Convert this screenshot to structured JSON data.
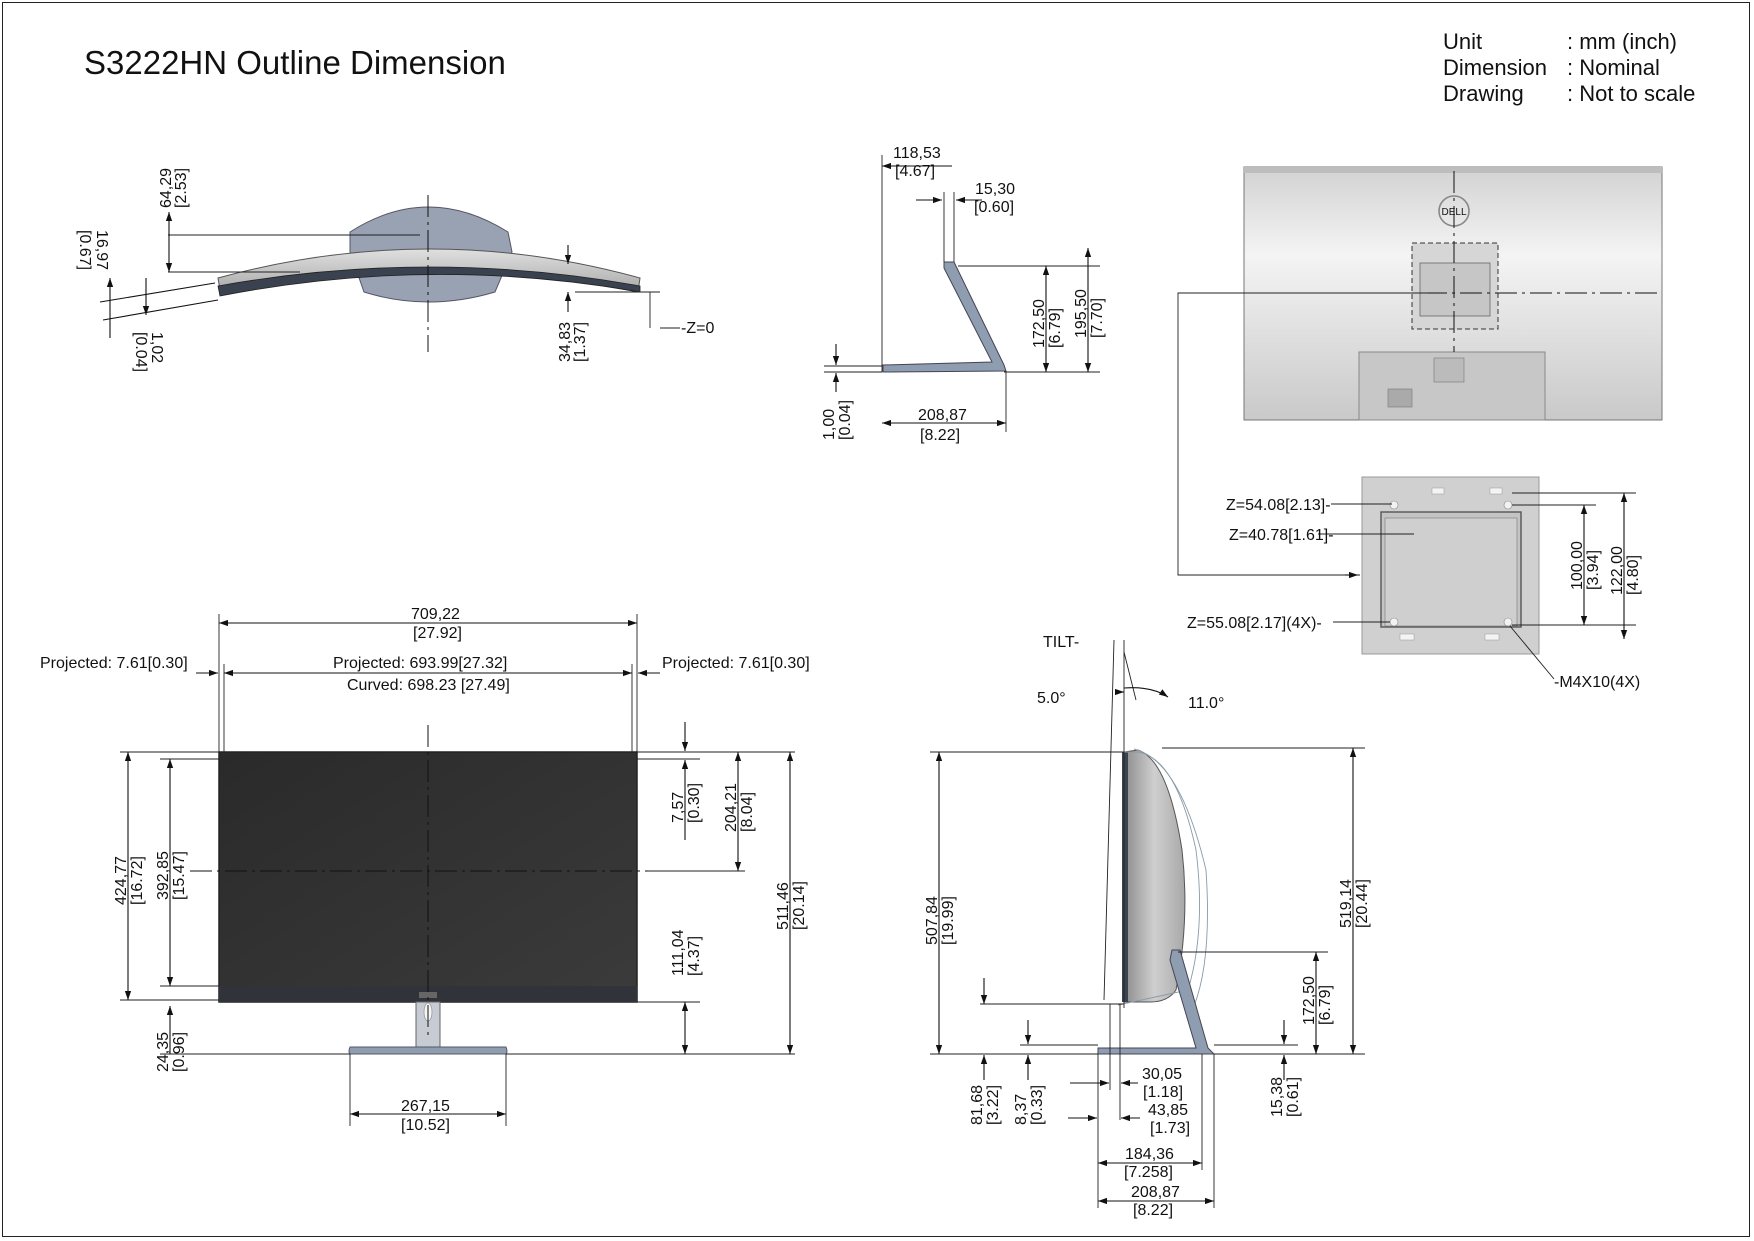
{
  "title": "S3222HN Outline Dimension",
  "notes": {
    "unit_label": "Unit",
    "unit_value": ": mm (inch)",
    "dimension_label": "Dimension",
    "dimension_value": ": Nominal",
    "drawing_label": "Drawing",
    "drawing_value": ": Not to scale"
  },
  "logo_text": "DELL",
  "top_view": {
    "d1": "64,29",
    "d1_in": "[2.53]",
    "d2": "16,97",
    "d2_in": "[0.67]",
    "d3": "1,02",
    "d3_in": "[0.04]",
    "d4": "34,83",
    "d4_in": "[1.37]",
    "z0": "-Z=0"
  },
  "stand_side": {
    "w_top": "118,53",
    "w_top_in": "[4.67]",
    "neck": "15,30",
    "neck_in": "[0.60]",
    "h1": "172,50",
    "h1_in": "[6.79]",
    "h2": "195,50",
    "h2_in": "[7.70]",
    "base_t": "1,00",
    "base_t_in": "[0.04]",
    "base_w": "208,87",
    "base_w_in": "[8.22]"
  },
  "vesa": {
    "z1": "Z=54.08[2.13]-",
    "z2": "Z=40.78[1.61]-",
    "z3": "Z=55.08[2.17](4X)-",
    "d100": "100,00",
    "d100_in": "[3.94]",
    "d122": "122,00",
    "d122_in": "[4.80]",
    "screw": "-M4X10(4X)"
  },
  "front": {
    "width": "709,22",
    "width_in": "[27.92]",
    "proj_left": "Projected: 7.61[0.30]",
    "proj_center": "Projected: 693.99[27.32]",
    "proj_right": "Projected: 7.61[0.30]",
    "curved": "Curved: 698.23 [27.49]",
    "h_total_panel": "424,77",
    "h_total_panel_in": "[16.72]",
    "h_active": "392,85",
    "h_active_in": "[15.47]",
    "d757": "7,57",
    "d757_in": "[0.30]",
    "d204": "204,21",
    "d204_in": "[8.04]",
    "d511": "511,46",
    "d511_in": "[20.14]",
    "d111": "111,04",
    "d111_in": "[4.37]",
    "d24": "24,35",
    "d24_in": "[0.96]",
    "stand_w": "267,15",
    "stand_w_in": "[10.52]"
  },
  "side": {
    "tilt": "TILT-",
    "fwd": "5.0°",
    "back": "11.0°",
    "h507": "507,84",
    "h507_in": "[19.99]",
    "h519": "519,14",
    "h519_in": "[20.44]",
    "h172": "172,50",
    "h172_in": "[6.79]",
    "h81": "81,68",
    "h81_in": "[3.22]",
    "h8": "8,37",
    "h8_in": "[0.33]",
    "h15": "15,38",
    "h15_in": "[0.61]",
    "w30": "30,05",
    "w30_in": "[1.18]",
    "w43": "43,85",
    "w43_in": "[1.73]",
    "w184": "184,36",
    "w184_in": "[7.258]",
    "w208": "208,87",
    "w208_in": "[8.22]"
  }
}
